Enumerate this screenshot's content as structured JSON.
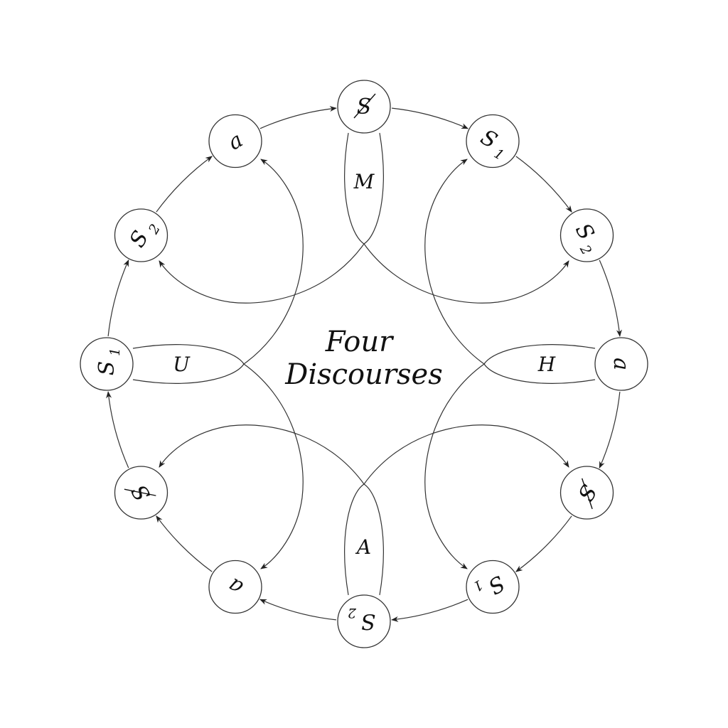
{
  "title": {
    "line1": "Four",
    "line2": "Discourses"
  },
  "colors": {
    "stroke": "#333333",
    "text": "#111111",
    "background": "#ffffff"
  },
  "nodes": [
    {
      "symbol": "S",
      "sub": "",
      "barred": true,
      "angle": 0
    },
    {
      "symbol": "S",
      "sub": "1",
      "barred": false,
      "angle": 30
    },
    {
      "symbol": "S",
      "sub": "2",
      "barred": false,
      "angle": 60
    },
    {
      "symbol": "a",
      "sub": "",
      "barred": false,
      "angle": 90
    },
    {
      "symbol": "S",
      "sub": "",
      "barred": true,
      "angle": 120
    },
    {
      "symbol": "S",
      "sub": "1",
      "barred": false,
      "angle": 150
    },
    {
      "symbol": "S",
      "sub": "2",
      "barred": false,
      "angle": 180
    },
    {
      "symbol": "a",
      "sub": "",
      "barred": false,
      "angle": 210
    },
    {
      "symbol": "S",
      "sub": "",
      "barred": true,
      "angle": 240
    },
    {
      "symbol": "S",
      "sub": "1",
      "barred": false,
      "angle": 270
    },
    {
      "symbol": "S",
      "sub": "2",
      "barred": false,
      "angle": 300
    },
    {
      "symbol": "a",
      "sub": "",
      "barred": false,
      "angle": 330
    }
  ],
  "discourses": [
    {
      "label": "M",
      "agent_angle": 0
    },
    {
      "label": "H",
      "agent_angle": 90
    },
    {
      "label": "A",
      "agent_angle": 180
    },
    {
      "label": "U",
      "agent_angle": 270
    }
  ]
}
